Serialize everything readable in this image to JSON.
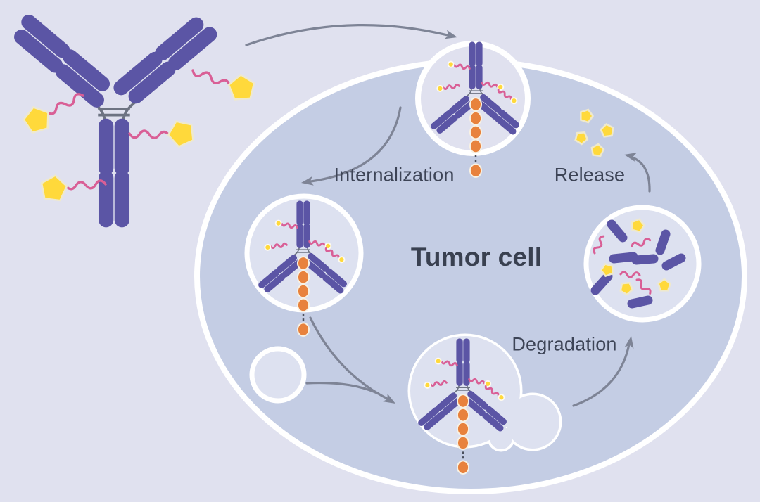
{
  "diagram": {
    "cell_label": "Tumor cell",
    "labels": {
      "internalization": "Internalization",
      "degradation": "Degradation",
      "release": "Release"
    },
    "colors": {
      "background": "#e0e1ef",
      "cell_fill": "#c4cde4",
      "membrane": "#ffffff",
      "vesicle_fill": "#dde1f0",
      "antibody_purple": "#5b55a5",
      "linker_pink": "#d95f96",
      "payload_yellow": "#ffd93b",
      "receptor_orange": "#e8823d",
      "arrow_gray": "#7e8496",
      "label_text": "#3d4456"
    }
  }
}
